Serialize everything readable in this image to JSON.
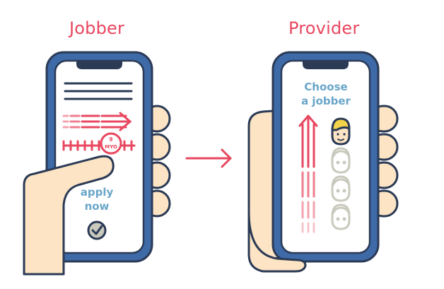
{
  "left_panel": {
    "heading": "Jobber",
    "badge_day": "9",
    "badge_month": "MYO",
    "action_line1": "apply",
    "action_line2": "now"
  },
  "right_panel": {
    "heading": "Provider",
    "title_line1": "Choose",
    "title_line2": "a jobber"
  },
  "colors": {
    "accent": "#e8475f",
    "outline": "#2b3a55",
    "phone_frame": "#3e6aa7",
    "skin": "#fce4c4",
    "info_text": "#6aa6c9",
    "hair": "#f3d34a",
    "faded_avatar": "#c9c9bd"
  },
  "icons": [
    "check-circle-icon",
    "arrow-right-icon",
    "arrow-up-icon",
    "person-avatar-icon"
  ]
}
